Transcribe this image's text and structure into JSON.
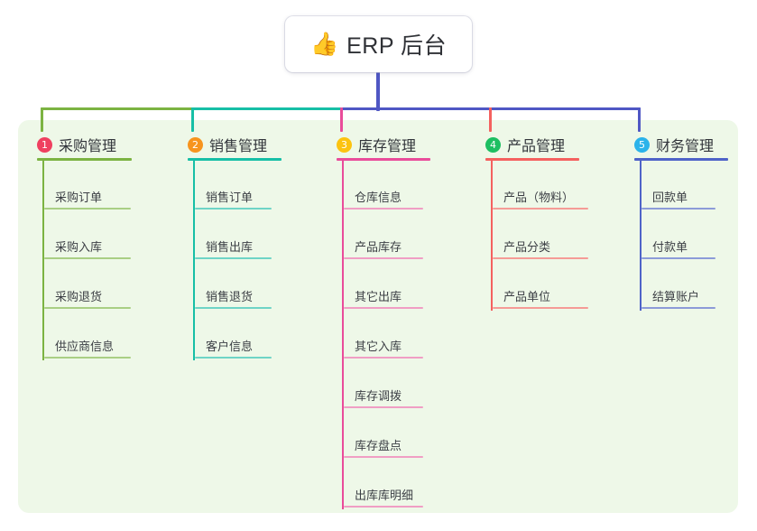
{
  "root": {
    "emoji": "👍",
    "icon_name": "thumbs-up-icon",
    "title": "ERP 后台"
  },
  "colors": {
    "panel_bg": "#eef8e8",
    "stem": "#4f57c4",
    "trunk_green": "#7cb342",
    "trunk_teal": "#17bfa6",
    "trunk_blue": "#4f57c4",
    "drop_pink": "#e94c9a",
    "drop_red": "#f4615f",
    "col1": "#7cb342",
    "col1_light": "#a9cf84",
    "col2": "#17bfa6",
    "col2_light": "#6fd4c6",
    "col3": "#e94c9a",
    "col3_light": "#f09ec4",
    "col4": "#f4615f",
    "col4_light": "#f59b96",
    "col5": "#4f63c8",
    "col5_light": "#8c9bd8",
    "badge1": "#ef4060",
    "badge2": "#f7941e",
    "badge3": "#fcc310",
    "badge4": "#1dbf62",
    "badge5": "#2bb3ea",
    "title_text": "#2f3136",
    "leaf_text": "#3c3f45"
  },
  "columns": [
    {
      "index": "1",
      "title": "采购管理",
      "badge_color": "#ef4060",
      "line_color": "#7cb342",
      "leaf_color": "#a9cf84",
      "items": [
        "采购订单",
        "采购入库",
        "采购退货",
        "供应商信息"
      ]
    },
    {
      "index": "2",
      "title": "销售管理",
      "badge_color": "#f7941e",
      "line_color": "#17bfa6",
      "leaf_color": "#6fd4c6",
      "items": [
        "销售订单",
        "销售出库",
        "销售退货",
        "客户信息"
      ]
    },
    {
      "index": "3",
      "title": "库存管理",
      "badge_color": "#fcc310",
      "line_color": "#e94c9a",
      "leaf_color": "#f09ec4",
      "items": [
        "仓库信息",
        "产品库存",
        "其它出库",
        "其它入库",
        "库存调拨",
        "库存盘点",
        "出库库明细"
      ]
    },
    {
      "index": "4",
      "title": "产品管理",
      "badge_color": "#1dbf62",
      "line_color": "#f4615f",
      "leaf_color": "#f59b96",
      "items": [
        "产品（物料）",
        "产品分类",
        "产品单位"
      ]
    },
    {
      "index": "5",
      "title": "财务管理",
      "badge_color": "#2bb3ea",
      "line_color": "#4f63c8",
      "leaf_color": "#8c9bd8",
      "items": [
        "回款单",
        "付款单",
        "结算账户"
      ]
    }
  ]
}
